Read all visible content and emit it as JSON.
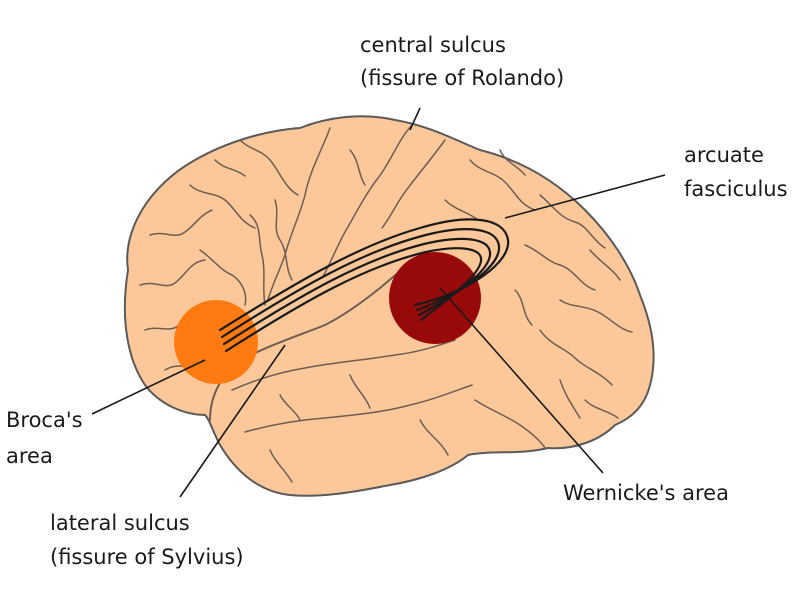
{
  "labels": {
    "central_sulcus": [
      "central sulcus",
      "(fissure of Rolando)"
    ],
    "arcuate_fasciculus": [
      "arcuate",
      "fasciculus"
    ],
    "brocas_area": [
      "Broca's",
      "area"
    ],
    "lateral_sulcus": [
      "lateral sulcus",
      "(fissure of Sylvius)"
    ],
    "wernickes_area": [
      "Wernicke's area"
    ]
  },
  "colors": {
    "brain_fill": "#FCC89A",
    "brain_outline": "#5A5A5A",
    "sulci": "#6E5E52",
    "brocas_area": "#FF7A10",
    "wernickes_area": "#980A0A",
    "fasciculus": "#1A1A1A",
    "leader_lines": "#1A1A1A"
  }
}
